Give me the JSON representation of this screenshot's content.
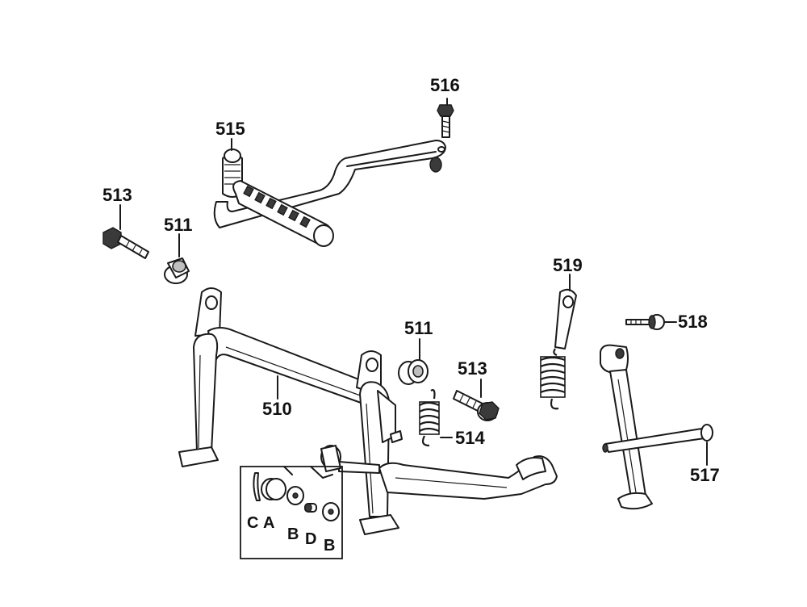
{
  "diagram": {
    "labels": {
      "p510": "510",
      "p511a": "511",
      "p511b": "511",
      "p513a": "513",
      "p513b": "513",
      "p514": "514",
      "p515": "515",
      "p516": "516",
      "p517": "517",
      "p518": "518",
      "p519": "519"
    },
    "kit_labels": {
      "c": "C",
      "a": "A",
      "b1": "B",
      "d": "D",
      "b2": "B"
    }
  }
}
